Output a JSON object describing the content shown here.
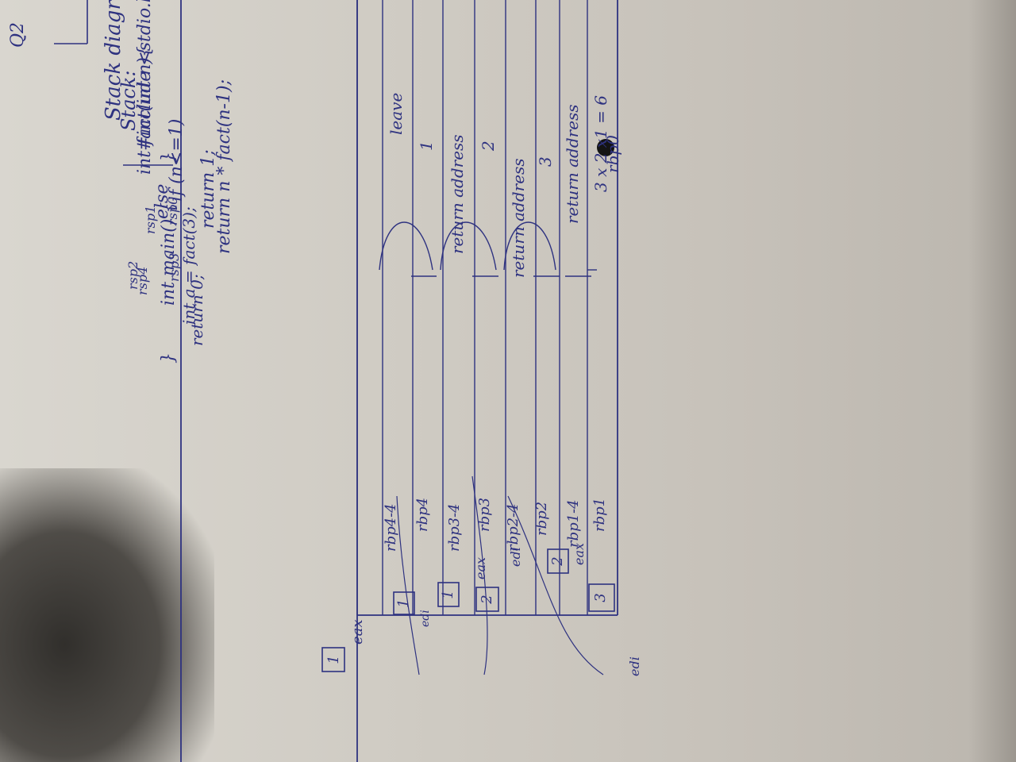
{
  "question_number": "Q2",
  "heading": "Stack diagram of recursive program.",
  "code": {
    "lines": [
      "#include <stdio.h>",
      "int fact(int n){",
      "if (n<=1)",
      "return 1;",
      "else",
      "return n * fact(n-1);",
      "}",
      "int main() {",
      "int a = fact(3);",
      "return 0;",
      "}"
    ]
  },
  "stack": {
    "label": "Stack:",
    "rsp_labels": [
      "rsp0",
      "rsp1",
      "rsp2",
      "rsp3",
      "rsp4"
    ],
    "cells": [
      "rbp0",
      "3 x 2 x1 = 6",
      "return address",
      "3",
      "return address",
      "2",
      "return address",
      "1",
      "leave"
    ],
    "right_labels": [
      "rbp1",
      "rbp1-4",
      "rbp2",
      "rbp2-4",
      "rbp3",
      "rbp3-4",
      "rbp4",
      "rbp4-4"
    ]
  },
  "registers": {
    "frame1": {
      "edi_label": "edi",
      "edi_value": "3",
      "eax_label": "eax",
      "eax_value": "2"
    },
    "frame2": {
      "edi_label": "edi",
      "edi_value": "2",
      "eax_label": "eax",
      "eax_value": "1"
    },
    "frame3": {
      "edi_label": "edi",
      "edi_value": "1"
    },
    "final": {
      "eax_label": "eax",
      "eax_value": "1"
    }
  }
}
